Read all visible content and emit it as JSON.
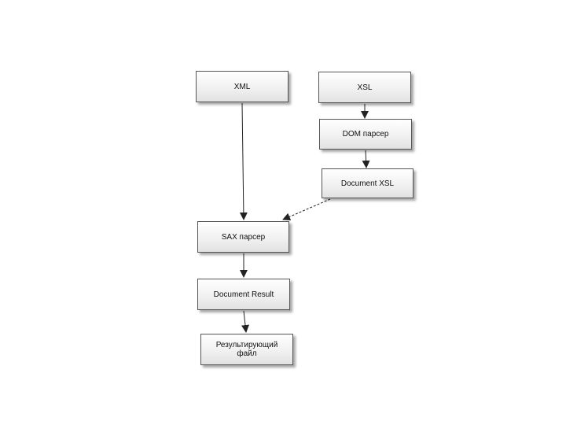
{
  "nodes": {
    "xml": "XML",
    "xsl": "XSL",
    "dom_parser": "DOM парсер",
    "document_xsl": "Document XSL",
    "sax_parser": "SAX парсер",
    "document_result": "Document Result",
    "result_file": "Результирующий\nфайл"
  },
  "edges": [
    {
      "from": "xml",
      "to": "sax_parser",
      "style": "solid"
    },
    {
      "from": "xsl",
      "to": "dom_parser",
      "style": "solid"
    },
    {
      "from": "dom_parser",
      "to": "document_xsl",
      "style": "solid"
    },
    {
      "from": "document_xsl",
      "to": "sax_parser",
      "style": "dashed"
    },
    {
      "from": "sax_parser",
      "to": "document_result",
      "style": "solid"
    },
    {
      "from": "document_result",
      "to": "result_file",
      "style": "solid"
    }
  ],
  "colors": {
    "line": "#222222",
    "node_border": "#555555",
    "node_fill": "#f1f1f1"
  }
}
